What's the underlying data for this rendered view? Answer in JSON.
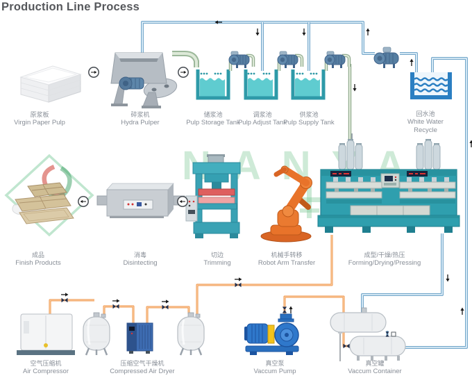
{
  "title": "Production Line Process",
  "watermark": {
    "brand": "NANYA"
  },
  "colors": {
    "title_text": "#56585c",
    "label_text": "#878d96",
    "water_pipe_blue": "#74a7ca",
    "air_pipe_orange": "#ee9348",
    "pulp_pipe_green": "#9cb89a",
    "tank_water_teal": "#5fccd0",
    "tank_wall_teal": "#2e9aa8",
    "white_water_blue": "#2b7fc2",
    "machine_teal": "#2f9fae",
    "press_red": "#de5f5f",
    "robot_orange": "#e8732a",
    "pump_blue": "#2f78cb",
    "coupling_yellow": "#f2c31b",
    "watermark_green": "#7dc896"
  },
  "stages": {
    "virgin_paper_pulp": {
      "zh": "原浆板",
      "en": "Virgin Paper Pulp"
    },
    "hydra_pulper": {
      "zh": "碎浆机",
      "en": "Hydra Pulper"
    },
    "pulp_storage_tank": {
      "zh": "储浆池",
      "en": "Pulp Storage Tank"
    },
    "pulp_adjust_tank": {
      "zh": "调浆池",
      "en": "Pulp Adjust Tank"
    },
    "pulp_supply_tank": {
      "zh": "供浆池",
      "en": "Pulp Supply Tank"
    },
    "white_water_recycle": {
      "zh": "回水池",
      "en_line1": "White Water",
      "en_line2": "Recycle"
    },
    "finish_products": {
      "zh": "成品",
      "en": "Finish Products"
    },
    "disinfecting": {
      "zh": "消毒",
      "en": "Disintecting"
    },
    "trimming": {
      "zh": "切边",
      "en": "Trimming"
    },
    "robot_arm_transfer": {
      "zh": "机械手转移",
      "en": "Robot Arm Transfer"
    },
    "forming_drying_pressing": {
      "zh": "成型/干燥/热压",
      "en": "Forming/Drying/Pressing"
    },
    "air_compressor": {
      "zh": "空气压缩机",
      "en": "Air Compressor"
    },
    "compressed_air_dryer": {
      "zh": "压缩空气干燥机",
      "en": "Compressed Air Dryer"
    },
    "vacuum_pump": {
      "zh": "真空泵",
      "en": "Vaccum Pump"
    },
    "vacuum_container": {
      "zh": "真空罐",
      "en": "Vaccum Container"
    }
  }
}
